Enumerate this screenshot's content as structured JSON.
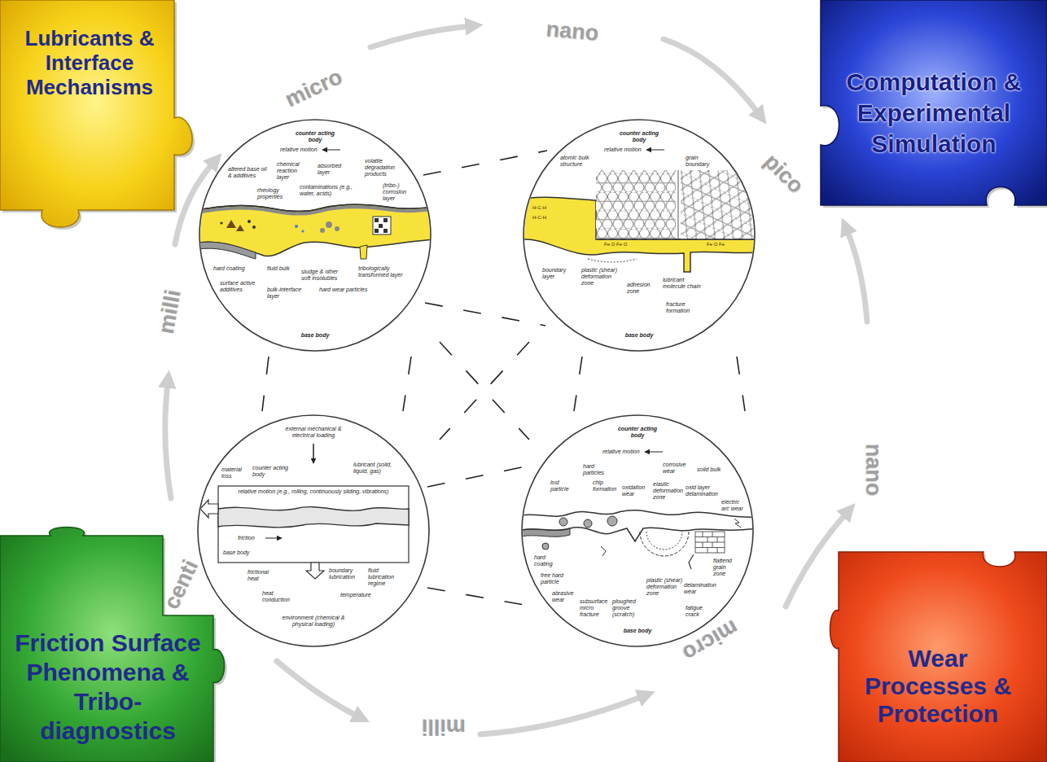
{
  "diagram": {
    "nodes": [
      {
        "text": [
          "Lubricants & Interface Mechanisms"
        ]
      },
      {
        "text": [
          "Computation & Experimental Simulation"
        ]
      },
      {
        "text": [
          "counter acting body",
          "relative motion",
          "altered base oil & additives",
          "chemical reaction layer",
          "absorbed layer",
          "volatile degradation products",
          "(tribo-) corrosion layer",
          "rheology properties",
          "contaminations (e.g., water, acids)",
          "hard coating",
          "surface active additives",
          "fluid bulk",
          "sludge & other soft insolubles",
          "tribologically transformed layer",
          "bulk-interface layer",
          "hard wear particles",
          "base body"
        ]
      },
      {
        "text": [
          "counter acting body",
          "relative motion",
          "atomic bulk structure",
          "grain boundary",
          "H-C-H",
          "H-C-H",
          "Fe O Fe O",
          "Fe O Fe",
          "boundary layer",
          "plastic (shear) deformation zone",
          "adhesion zone",
          "lubricant molecule chain",
          "fracture formation",
          "base body"
        ]
      },
      {
        "text": [
          "external mechanical & electrical loading",
          "material loss",
          "counter acting body",
          "lubricant (solid, liquid, gas)",
          "relative motion (e.g., rolling, continuously sliding, vibrations)",
          "friction",
          "base body",
          "frictional heat",
          "boundary lubrication",
          "fluid lubrication regime",
          "heat conduction",
          "temperature",
          "environment (chemical & physical loading)"
        ]
      },
      {
        "text": [
          "counter acting body",
          "relative motion",
          "hard particles",
          "lost particle",
          "chip formation",
          "corrosive wear",
          "solid bulk",
          "oxidation wear",
          "elastic deformation zone",
          "oxid layer delamination",
          "electric arc wear",
          "hard coating",
          "free hard particle",
          "abrasive wear",
          "subsurface micro fracture",
          "ploughed groove (scratch)",
          "plastic (shear) deformation zone",
          "delamination wear",
          "flattend grain zone",
          "fatigue crack",
          "base body"
        ]
      },
      {
        "text": [
          "Friction Surface Phenomena & Tribo-diagnostics"
        ]
      },
      {
        "text": [
          "Wear Processes & Protection"
        ]
      }
    ],
    "labels": [
      "micro",
      "nano",
      "pico",
      "nano",
      "micro",
      "milli",
      "centi",
      "milli"
    ]
  }
}
